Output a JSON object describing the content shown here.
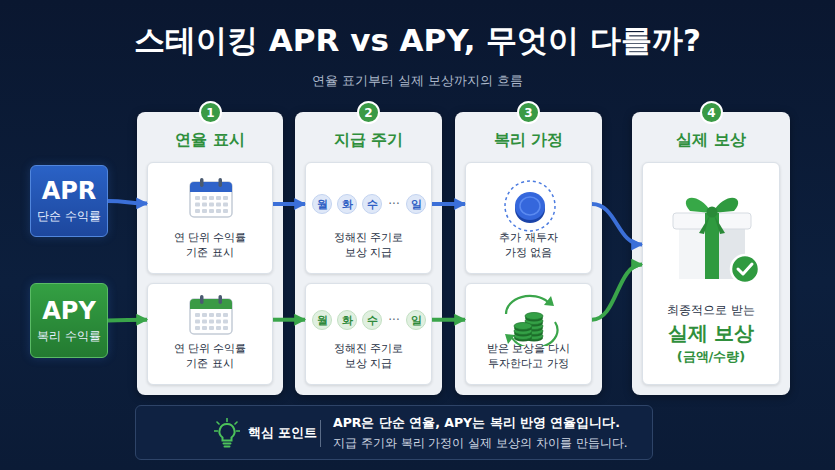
{
  "diagram": {
    "title": "스테이킹 APR vs APY, 무엇이 다를까?",
    "nodes": [
      {
        "text": [
          "APR",
          "단순 수익률"
        ]
      },
      {
        "text": [
          "APY",
          "복리 수익률"
        ]
      },
      {
        "text": [
          "연율 표시"
        ]
      },
      {
        "text": [
          "1"
        ],
        "in": 2
      },
      {
        "text": [
          "연 단위 수익률 기준 표시"
        ],
        "in": 2
      },
      {
        "text": [
          "연 단위 수익률 기준 표시"
        ],
        "in": 2
      },
      {
        "text": [
          "지급 주기"
        ]
      },
      {
        "text": [
          "2"
        ],
        "in": 6
      },
      {
        "text": [
          "정해진 주기로 보상 지급"
        ],
        "in": 6
      },
      {
        "text": [
          "월"
        ],
        "in": 8
      },
      {
        "text": [
          "화"
        ],
        "in": 8
      },
      {
        "text": [
          "수"
        ],
        "in": 8
      },
      {
        "text": [
          "일"
        ],
        "in": 8
      },
      {
        "text": [
          "정해진 주기로 보상 지급"
        ],
        "in": 6
      },
      {
        "text": [
          "월"
        ],
        "in": 13
      },
      {
        "text": [
          "화"
        ],
        "in": 13
      },
      {
        "text": [
          "수"
        ],
        "in": 13
      },
      {
        "text": [
          "일"
        ],
        "in": 13
      },
      {
        "text": [
          "복리 가정"
        ]
      },
      {
        "text": [
          "3"
        ],
        "in": 18
      },
      {
        "text": [
          "추가 재투자 가정 없음"
        ],
        "in": 18
      },
      {
        "text": [
          "받은 보상을 다시 투자한다고 가정"
        ],
        "in": 18
      },
      {
        "text": [
          "실제 보상"
        ]
      },
      {
        "text": [
          "4"
        ],
        "in": 22
      },
      {
        "text": [
          "최종적으로 받는",
          "실제 보상",
          "(금액/수량)"
        ],
        "in": 22
      },
      {
        "text": [
          "핵심 포인트",
          "APR은 단순 연율, APY는 복리 반영 연율입니다.",
          "지급 주기와 복리 가정이 실제 보상의 차이를 만듭니다."
        ]
      }
    ],
    "edges": [
      {
        "from": 0,
        "to": 4,
        "arrow": "to"
      },
      {
        "from": 4,
        "to": 8,
        "arrow": "to"
      },
      {
        "from": 8,
        "to": 20,
        "arrow": "to"
      },
      {
        "from": 20,
        "to": 24,
        "arrow": "to"
      },
      {
        "from": 1,
        "to": 5,
        "arrow": "to"
      },
      {
        "from": 5,
        "to": 13,
        "arrow": "to"
      },
      {
        "from": 13,
        "to": 21,
        "arrow": "to"
      },
      {
        "from": 21,
        "to": 24,
        "arrow": "to"
      }
    ],
    "labels": [
      "연율 표기부터 실제 보상까지의 흐름",
      "···",
      "···"
    ]
  }
}
